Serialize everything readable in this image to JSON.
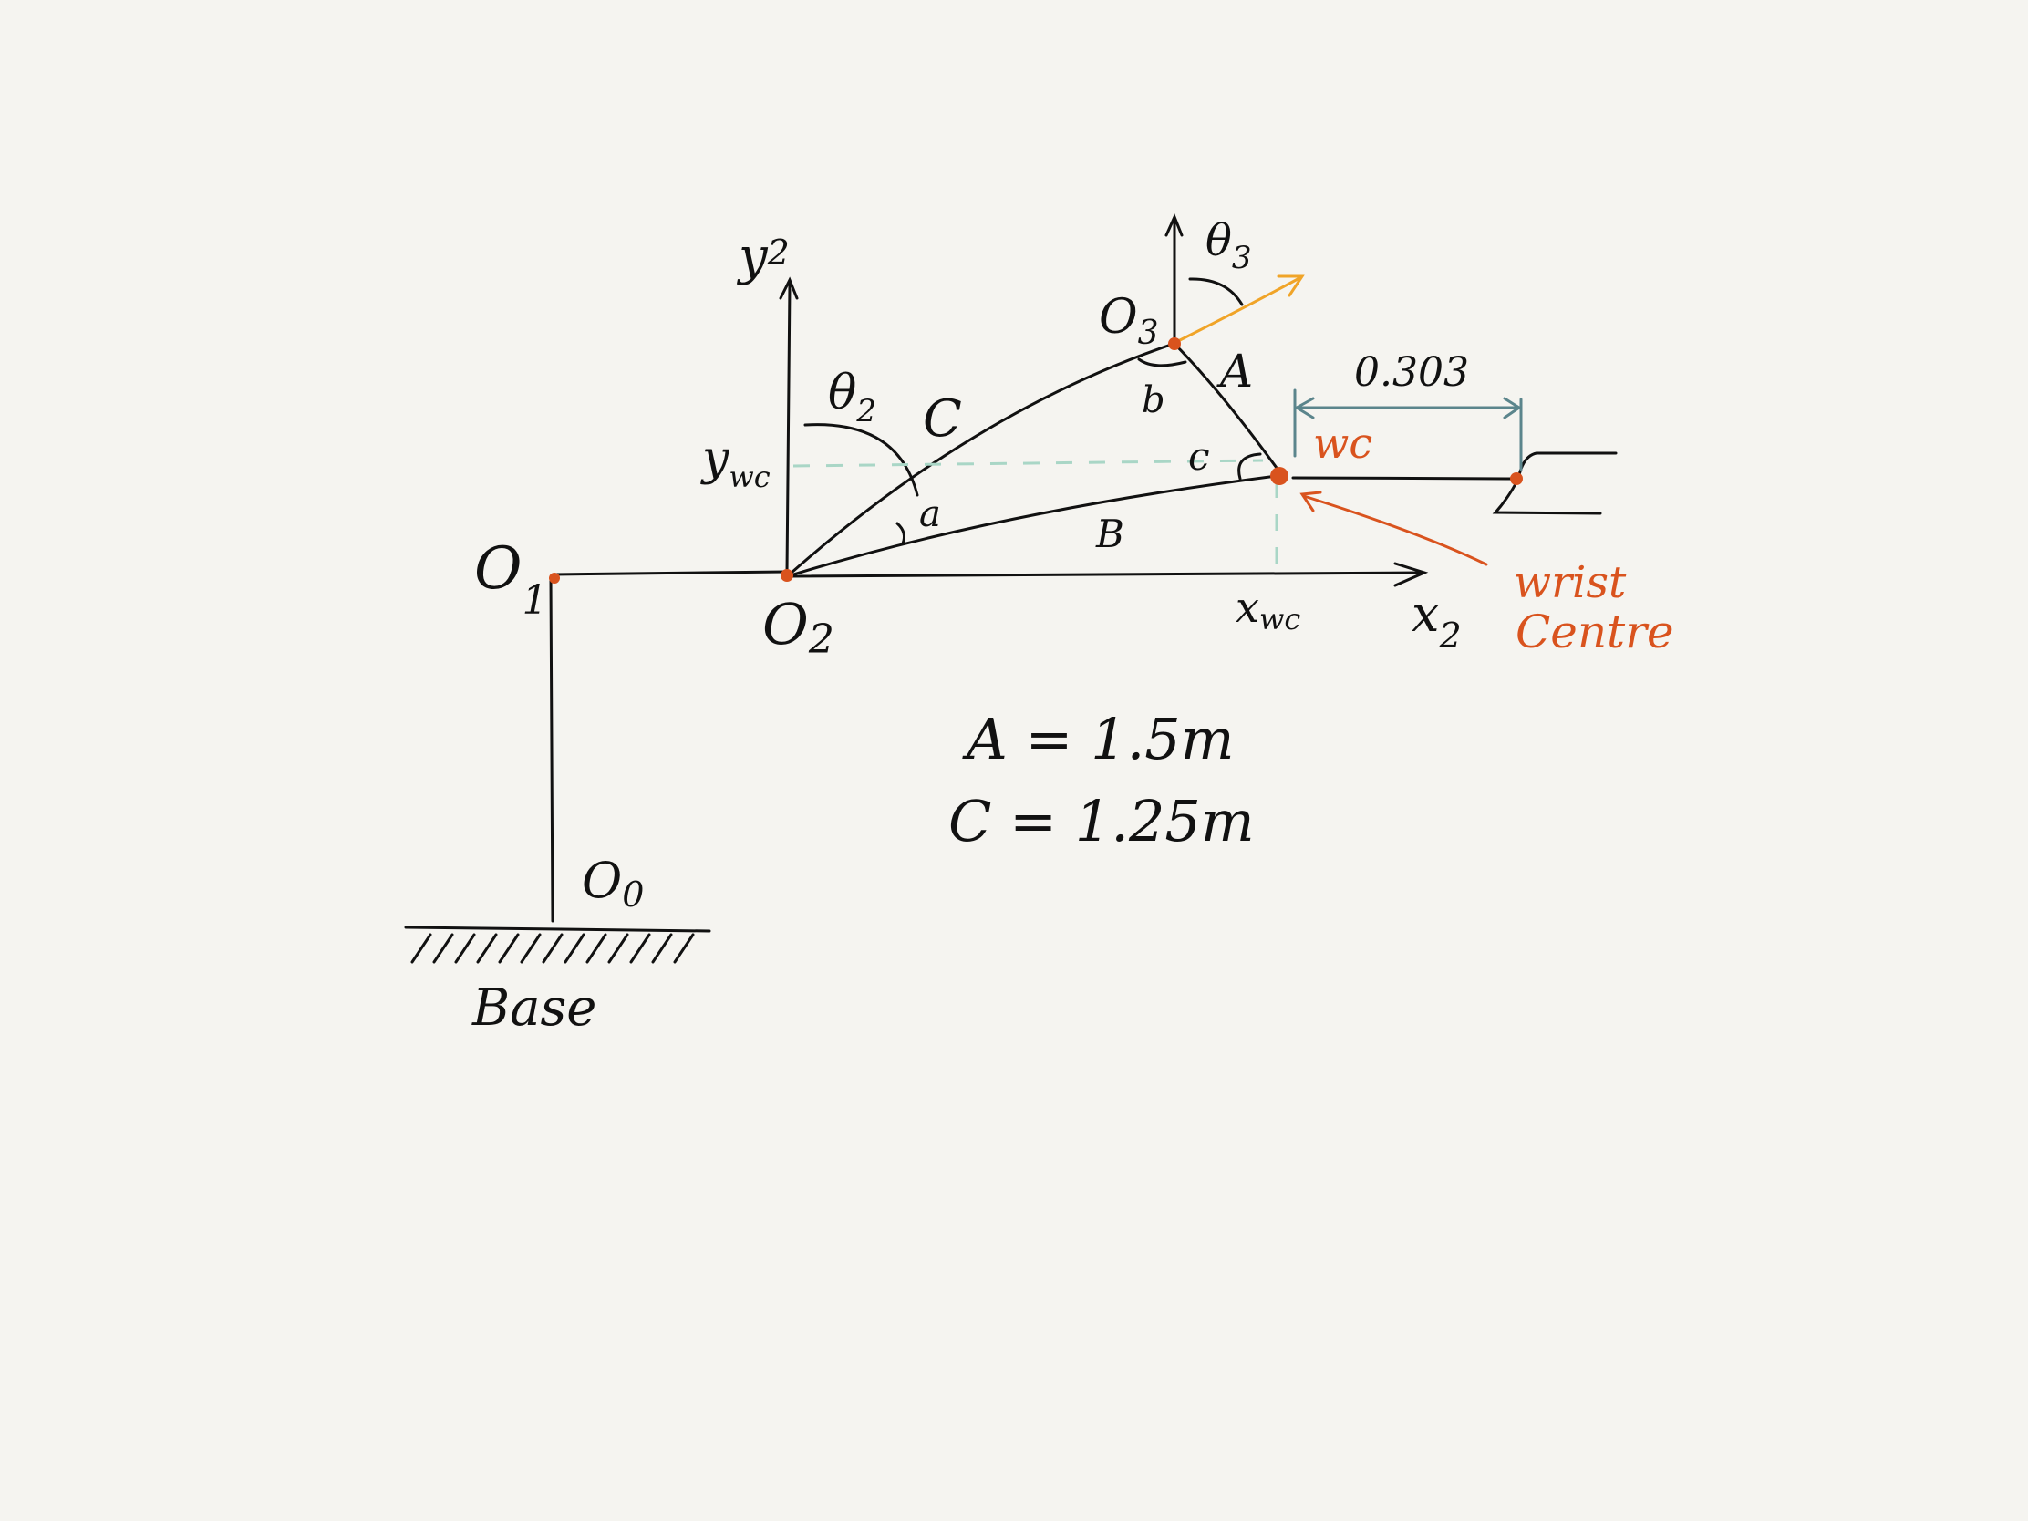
{
  "colors": {
    "background": "#f5f4f0",
    "ink": "#111111",
    "accent_orange": "#d9531e",
    "arrow_yellow": "#f0a428",
    "dimension_teal": "#5b858c",
    "guide_dashed": "#a9d6c6"
  },
  "labels": {
    "o0": "O",
    "o0_sub": "0",
    "o1": "O",
    "o1_sub": "1",
    "o2": "O",
    "o2_sub": "2",
    "o3": "O",
    "o3_sub": "3",
    "y2": "y",
    "y2_sub": "2",
    "x2": "x",
    "x2_sub": "2",
    "theta2": "θ",
    "theta2_sub": "2",
    "theta3": "θ",
    "theta3_sub": "3",
    "side_A": "A",
    "side_B": "B",
    "side_C": "C",
    "angle_a": "a",
    "angle_b": "b",
    "angle_c": "c",
    "ywc": "y",
    "ywc_sub": "wc",
    "xwc": "x",
    "xwc_sub": "wc",
    "wc": "wc",
    "dimension": "0.303",
    "wrist_line1": "wrist",
    "wrist_line2": "Centre",
    "base": "Base"
  },
  "equations": {
    "eq1": "A = 1.5m",
    "eq2": "C = 1.25m"
  }
}
